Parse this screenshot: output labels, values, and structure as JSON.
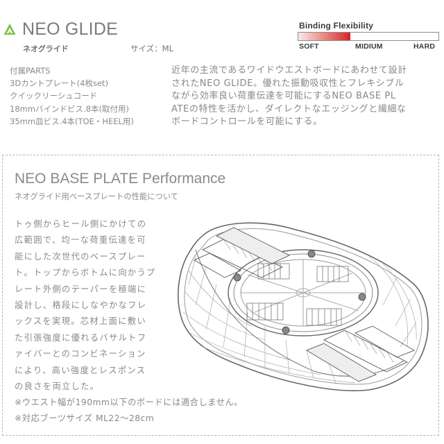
{
  "header": {
    "logo_icon": "triangle-a-icon",
    "logo_color": "#7dc242",
    "title": "NEO GLIDE",
    "subtitle_kana": "ネオグライド",
    "size_label": "サイズ：ML"
  },
  "flex_gauge": {
    "title": "Binding  Flexibility",
    "labels": {
      "soft": "SOFT",
      "medium": "MIDIUM",
      "hard": "HARD"
    },
    "fill_percent": 37,
    "fill_color": "#d01f24"
  },
  "parts": {
    "items": [
      "付属PARTS",
      "3Dカントプレート(4枚set)",
      "クイックリーシュコード",
      "18mmバインドビス.8本(取付用)",
      "35mm皿ビス.4本(TOE・HEEL用)"
    ]
  },
  "description": {
    "lines": [
      "近年の主流であるワイドウエストボードにあわせて設計",
      "されたNEO GLIDE。優れた振動吸収性とフレキシブル",
      "ながら効率良い荷重伝達を可能にするNEO BASE PL",
      "ATEの特性を活かし、ダイレクトなエッジングと繊細な",
      "ボードコントロールを可能にする。"
    ]
  },
  "performance": {
    "title": "NEO BASE PLATE Performance",
    "subtitle": "ネオグライド用ベースプレートの性能について",
    "body_lines": [
      "トゥ側からヒール側にかけての",
      "広範囲で、均一な荷重伝達を可",
      "能にした次世代のベースプレー",
      "ト。トップからボトムに向かうプ",
      "レート外側のテーパーを極端に",
      "設計し、格段にしなやかなフレ",
      "ックスを実現。芯材上面に敷い",
      "た引張強度に優れるバサルトフ",
      "ァイバーとのコンビネーション",
      "により、高い強度とレスポンス",
      "の良さを両立した。"
    ],
    "notes": [
      "※ウエスト幅が190mm以下のボードには適合しません。",
      "※対応ブーツサイズ ML22〜28cm"
    ],
    "illustration": "base-plate-wireframe-illustration"
  }
}
